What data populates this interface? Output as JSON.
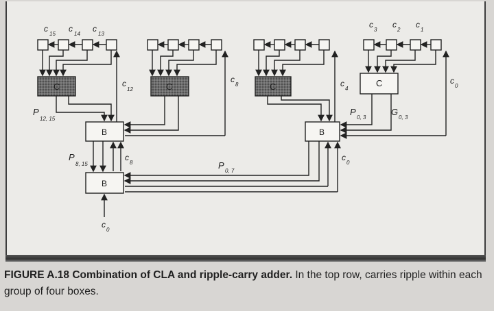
{
  "diagram": {
    "carry_labels_top": {
      "c15": "c",
      "c15_sub": "15",
      "c14": "c",
      "c14_sub": "14",
      "c13": "c",
      "c13_sub": "13",
      "c3": "c",
      "c3_sub": "3",
      "c2": "c",
      "c2_sub": "2",
      "c1": "c",
      "c1_sub": "1"
    },
    "cla_label": "C",
    "b_label": "B",
    "wire_labels": {
      "c12": "c",
      "c12_sub": "12",
      "c8_top": "c",
      "c8_top_sub": "8",
      "c4": "c",
      "c4_sub": "4",
      "c0_top": "c",
      "c0_top_sub": "0",
      "p12_15": "P",
      "p12_15_sub": "12, 15",
      "p03": "P",
      "p03_sub": "0, 3",
      "g03": "G",
      "g03_sub": "0, 3",
      "p8_15": "P",
      "p8_15_sub": "8, 15",
      "c8_mid": "c",
      "c8_mid_sub": "8",
      "p07": "P",
      "p07_sub": "0, 7",
      "c0_mid": "c",
      "c0_mid_sub": "0",
      "c0_bottom": "c",
      "c0_bottom_sub": "0"
    }
  },
  "caption": {
    "label": "FIGURE A.18",
    "title": "Combination of CLA and ripple-carry adder.",
    "text": " In the top row, carries ripple within each group of four boxes."
  },
  "colors": {
    "ink": "#222222",
    "paper": "#ecebe8",
    "border": "#3d3d3d"
  }
}
